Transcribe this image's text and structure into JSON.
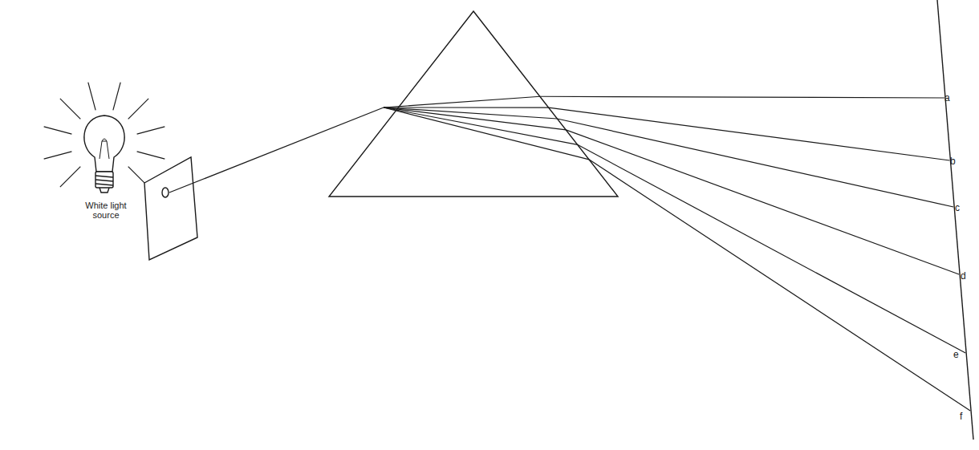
{
  "diagram": {
    "labels": [
      "White light source",
      "a",
      "b",
      "c",
      "d",
      "e",
      "f"
    ]
  }
}
